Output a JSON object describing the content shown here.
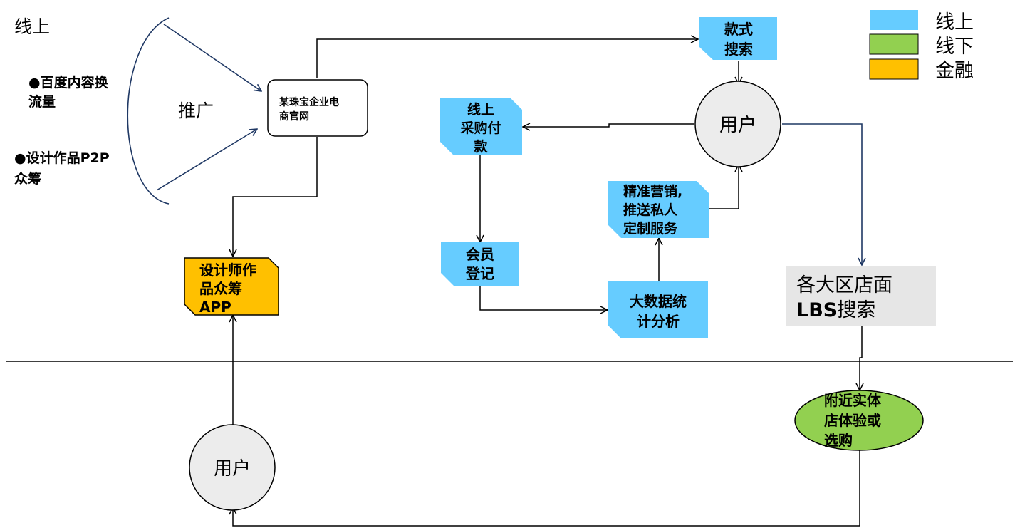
{
  "colors": {
    "online": "#66ccff",
    "offline": "#92d050",
    "finance": "#ffc000",
    "user_circle": "#ececec",
    "lbs_box": "#e6e6e6",
    "navy": "#1f3864"
  },
  "region": {
    "online_label": "线上"
  },
  "legend": {
    "items": [
      {
        "label": "线上"
      },
      {
        "label": "线下"
      },
      {
        "label": "金融"
      }
    ]
  },
  "promo": {
    "bullet1": {
      "line1": "●百度内容换",
      "line2": "流量"
    },
    "bullet2": {
      "line1": "●设计作品P2P",
      "line2": "众筹"
    },
    "label": "推广"
  },
  "nodes": {
    "website": {
      "line1": "某珠宝企业电",
      "line2": "商官网"
    },
    "style_search": {
      "line1": "款式",
      "line2": "搜索"
    },
    "user_top": {
      "label": "用户"
    },
    "online_purchase": {
      "line1": "线上",
      "line2": "采购付",
      "line3": "款"
    },
    "precision_marketing": {
      "line1": "精准营销,",
      "line2": "推送私人",
      "line3": "定制服务"
    },
    "member_register": {
      "line1": "会员",
      "line2": "登记"
    },
    "big_data": {
      "line1": "大数据统",
      "line2": "计分析"
    },
    "designer_app": {
      "line1": "设计师作",
      "line2": "品众筹",
      "line3": "APP"
    },
    "lbs_search": {
      "line1": "各大区店面",
      "line2_bold": "LBS",
      "line2_rest": "搜索"
    },
    "nearby_store": {
      "line1": "附近实体",
      "line2": "店体验或",
      "line3": "选购"
    },
    "user_bottom": {
      "label": "用户"
    }
  }
}
